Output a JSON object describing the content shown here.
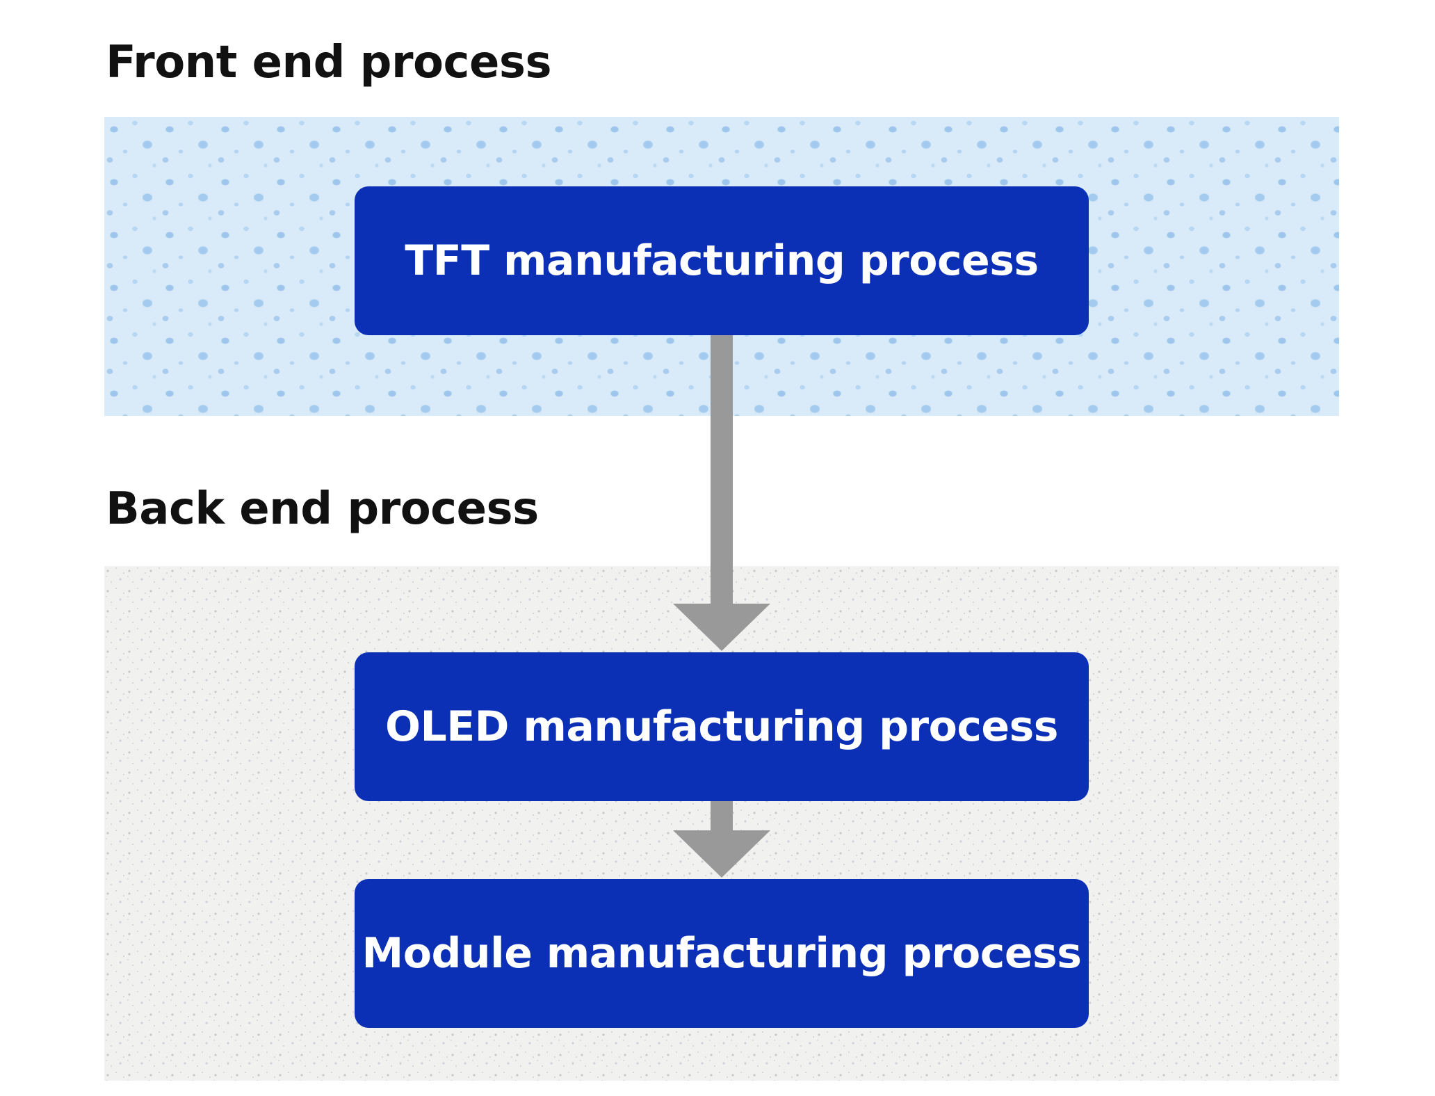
{
  "sections": {
    "front": {
      "title": "Front end process"
    },
    "back": {
      "title": "Back end process"
    }
  },
  "steps": [
    {
      "label": "TFT manufacturing process"
    },
    {
      "label": "OLED manufacturing process"
    },
    {
      "label": "Module manufacturing process"
    }
  ],
  "colors": {
    "box_fill": "#0b30b6",
    "box_text": "#ffffff",
    "arrow": "#999999",
    "front_band": "#d9eaf9",
    "back_band": "#f1f1f0"
  }
}
